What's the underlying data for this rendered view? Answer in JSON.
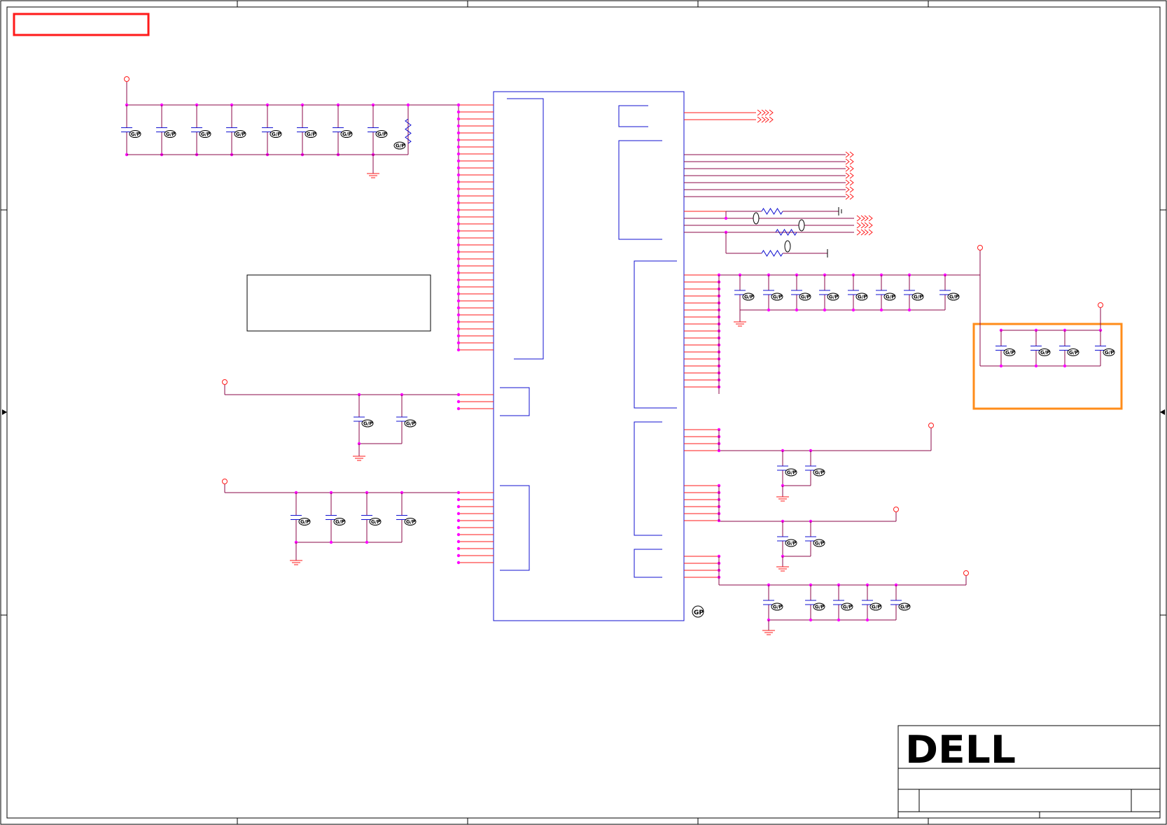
{
  "title_block": {
    "logo_text": "DELL"
  },
  "part_marks": {
    "cap_tag": "G/P",
    "chip_tag": "GP"
  },
  "colors": {
    "net_wire": "#8b0a4a",
    "pin_line": "#ff1a1a",
    "component": "#1010d0",
    "junction": "#ff00ff",
    "highlight_red": "#ff1a1a",
    "highlight_orange": "#ff8c1a",
    "frame": "#000000"
  },
  "annotations": {
    "red_box": "empty red highlight box (top-left)",
    "orange_box": "orange highlight around 4-capacitor decoupling group"
  }
}
